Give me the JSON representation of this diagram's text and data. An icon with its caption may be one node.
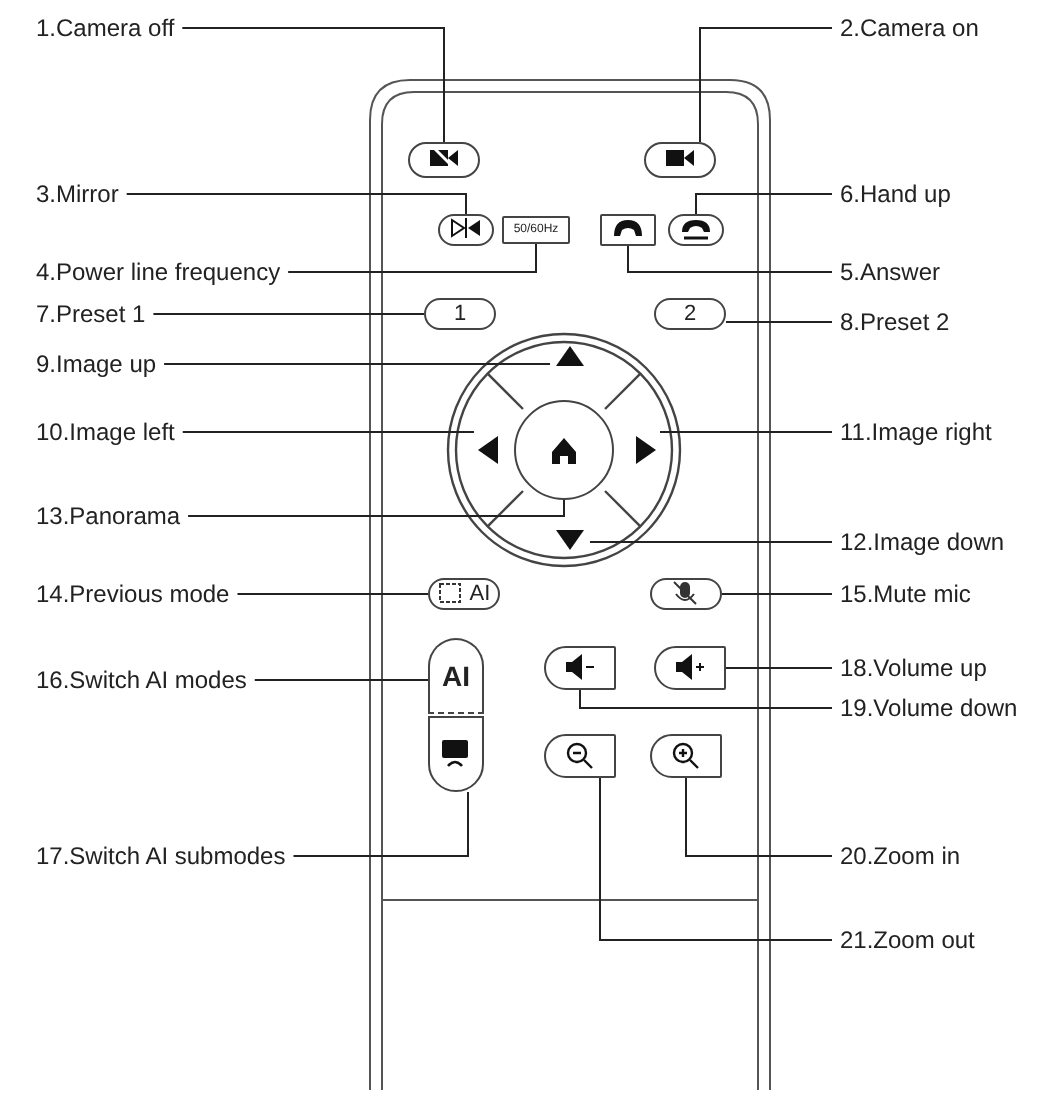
{
  "diagram": {
    "nodes": [
      {
        "text": [
          "1.Camera off"
        ]
      },
      {
        "text": [
          "2.Camera on"
        ]
      },
      {
        "text": [
          "3.Mirror"
        ]
      },
      {
        "text": [
          "4.Power line frequency"
        ]
      },
      {
        "text": [
          "5.Answer"
        ]
      },
      {
        "text": [
          "6.Hand up"
        ]
      },
      {
        "text": [
          "7.Preset 1"
        ]
      },
      {
        "text": [
          "8.Preset 2"
        ]
      },
      {
        "text": [
          "9.Image up"
        ]
      },
      {
        "text": [
          "10.Image left"
        ]
      },
      {
        "text": [
          "11.Image right"
        ]
      },
      {
        "text": [
          "12.Image down"
        ]
      },
      {
        "text": [
          "13.Panorama"
        ]
      },
      {
        "text": [
          "14.Previous mode"
        ]
      },
      {
        "text": [
          "15.Mute mic"
        ]
      },
      {
        "text": [
          "16.Switch AI modes"
        ]
      },
      {
        "text": [
          "17.Switch AI submodes"
        ]
      },
      {
        "text": [
          "18.Volume up"
        ]
      },
      {
        "text": [
          "19.Volume down"
        ]
      },
      {
        "text": [
          "20.Zoom in"
        ]
      },
      {
        "text": [
          "21.Zoom out"
        ]
      },
      {
        "text": [],
        "shape": "box"
      },
      {
        "text": [],
        "shape": "box"
      },
      {
        "text": [],
        "shape": "box"
      },
      {
        "text": [
          "50/60Hz"
        ]
      },
      {
        "text": [],
        "shape": "box"
      },
      {
        "text": [],
        "shape": "box"
      },
      {
        "text": [
          "1"
        ]
      },
      {
        "text": [
          "2"
        ]
      },
      {
        "text": [],
        "shape": "triangle"
      },
      {
        "text": [],
        "shape": "triangle"
      },
      {
        "text": [],
        "shape": "triangle"
      },
      {
        "text": [],
        "shape": "triangle"
      },
      {
        "text": [],
        "shape": "circle"
      },
      {
        "text": [
          "AI"
        ]
      },
      {
        "text": [],
        "shape": "box"
      },
      {
        "text": [
          "AI"
        ]
      },
      {
        "text": [],
        "shape": "box"
      },
      {
        "text": [],
        "shape": "box"
      },
      {
        "text": [],
        "shape": "box"
      },
      {
        "text": [],
        "shape": "box"
      },
      {
        "text": [],
        "shape": "box"
      }
    ],
    "edges": [
      {
        "from": 0,
        "to": 21,
        "arrow": "none"
      },
      {
        "from": 1,
        "to": 22,
        "arrow": "none"
      },
      {
        "from": 2,
        "to": 23,
        "arrow": "none"
      },
      {
        "from": 3,
        "to": 24,
        "arrow": "none"
      },
      {
        "from": 4,
        "to": 25,
        "arrow": "none"
      },
      {
        "from": 5,
        "to": 26,
        "arrow": "none"
      },
      {
        "from": 6,
        "to": 27,
        "arrow": "none"
      },
      {
        "from": 7,
        "to": 28,
        "arrow": "none"
      },
      {
        "from": 8,
        "to": 29,
        "arrow": "none"
      },
      {
        "from": 9,
        "to": 30,
        "arrow": "none"
      },
      {
        "from": 10,
        "to": 31,
        "arrow": "none"
      },
      {
        "from": 11,
        "to": 32,
        "arrow": "none"
      },
      {
        "from": 12,
        "to": 33,
        "arrow": "none"
      },
      {
        "from": 13,
        "to": 34,
        "arrow": "none"
      },
      {
        "from": 14,
        "to": 35,
        "arrow": "none"
      },
      {
        "from": 15,
        "to": 36,
        "arrow": "none"
      },
      {
        "from": 16,
        "to": 37,
        "arrow": "none"
      },
      {
        "from": 17,
        "to": 38,
        "arrow": "none"
      },
      {
        "from": 18,
        "to": 39,
        "arrow": "none"
      },
      {
        "from": 19,
        "to": 40,
        "arrow": "none"
      },
      {
        "from": 20,
        "to": 41,
        "arrow": "none"
      }
    ]
  }
}
